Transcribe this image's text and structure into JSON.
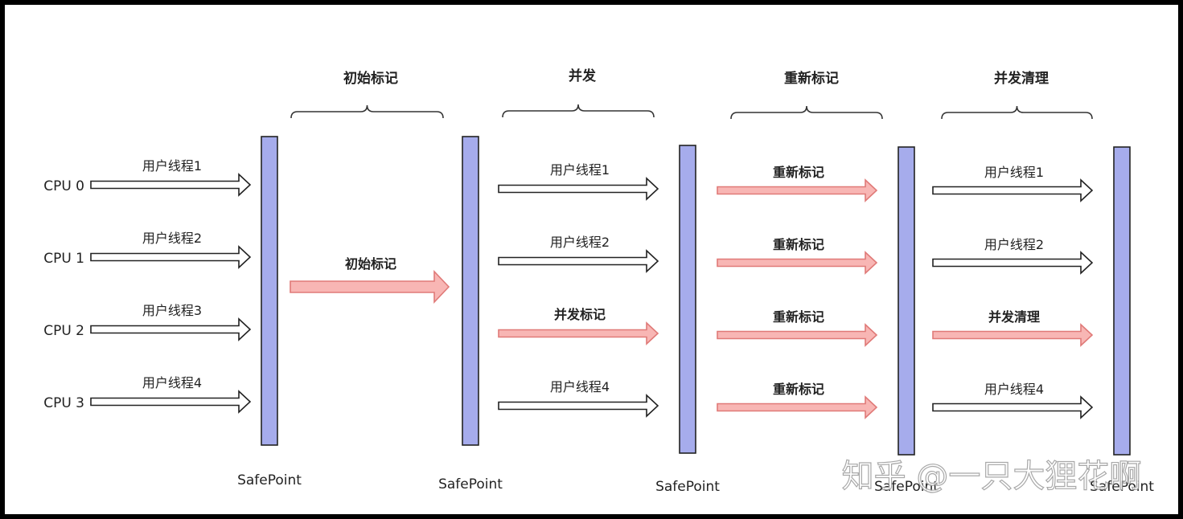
{
  "phases": [
    {
      "title": "初始标记"
    },
    {
      "title": "并发"
    },
    {
      "title": "重新标记"
    },
    {
      "title": "并发清理"
    }
  ],
  "cpus": [
    "CPU 0",
    "CPU 1",
    "CPU 2",
    "CPU 3"
  ],
  "safepoint_label": "SafePoint",
  "safepoint_count": 5,
  "columns": [
    {
      "arrows": [
        {
          "label": "用户线程1",
          "style": "white"
        },
        {
          "label": "用户线程2",
          "style": "white"
        },
        {
          "label": "用户线程3",
          "style": "white"
        },
        {
          "label": "用户线程4",
          "style": "white"
        }
      ]
    },
    {
      "arrows": [
        {
          "label": "初始标记",
          "style": "red",
          "bold": true
        }
      ]
    },
    {
      "arrows": [
        {
          "label": "用户线程1",
          "style": "white"
        },
        {
          "label": "用户线程2",
          "style": "white"
        },
        {
          "label": "并发标记",
          "style": "red",
          "bold": true
        },
        {
          "label": "用户线程4",
          "style": "white"
        }
      ]
    },
    {
      "arrows": [
        {
          "label": "重新标记",
          "style": "red",
          "bold": true
        },
        {
          "label": "重新标记",
          "style": "red",
          "bold": true
        },
        {
          "label": "重新标记",
          "style": "red",
          "bold": true
        },
        {
          "label": "重新标记",
          "style": "red",
          "bold": true
        }
      ]
    },
    {
      "arrows": [
        {
          "label": "用户线程1",
          "style": "white"
        },
        {
          "label": "用户线程2",
          "style": "white"
        },
        {
          "label": "并发清理",
          "style": "red",
          "bold": true
        },
        {
          "label": "用户线程4",
          "style": "white"
        }
      ]
    }
  ],
  "watermark": "知乎 @一只大狸花啊",
  "colors": {
    "safepoint_fill": "#a6acec",
    "safepoint_stroke": "#222222",
    "red_fill": "#f8b6b4",
    "red_stroke": "#e07a78",
    "white_fill": "#ffffff",
    "white_stroke": "#222222",
    "brace": "#333333"
  }
}
